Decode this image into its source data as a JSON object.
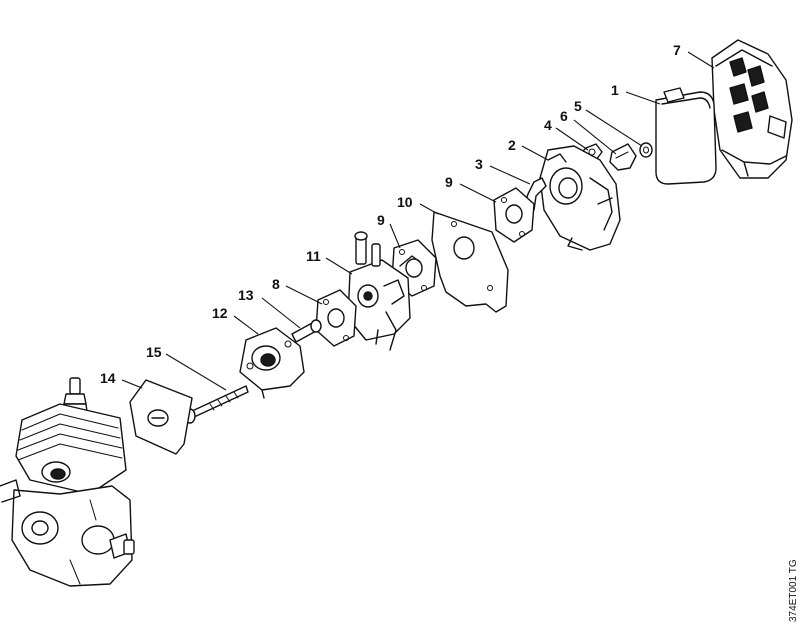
{
  "callouts": [
    {
      "id": "1",
      "label": "1"
    },
    {
      "id": "2",
      "label": "2"
    },
    {
      "id": "3",
      "label": "3"
    },
    {
      "id": "4",
      "label": "4"
    },
    {
      "id": "5",
      "label": "5"
    },
    {
      "id": "6",
      "label": "6"
    },
    {
      "id": "7",
      "label": "7"
    },
    {
      "id": "8",
      "label": "8"
    },
    {
      "id": "9a",
      "label": "9"
    },
    {
      "id": "9b",
      "label": "9"
    },
    {
      "id": "10",
      "label": "10"
    },
    {
      "id": "11",
      "label": "11"
    },
    {
      "id": "12",
      "label": "12"
    },
    {
      "id": "13",
      "label": "13"
    },
    {
      "id": "14",
      "label": "14"
    },
    {
      "id": "15",
      "label": "15"
    }
  ],
  "drawing_code": "374ET001 TG"
}
